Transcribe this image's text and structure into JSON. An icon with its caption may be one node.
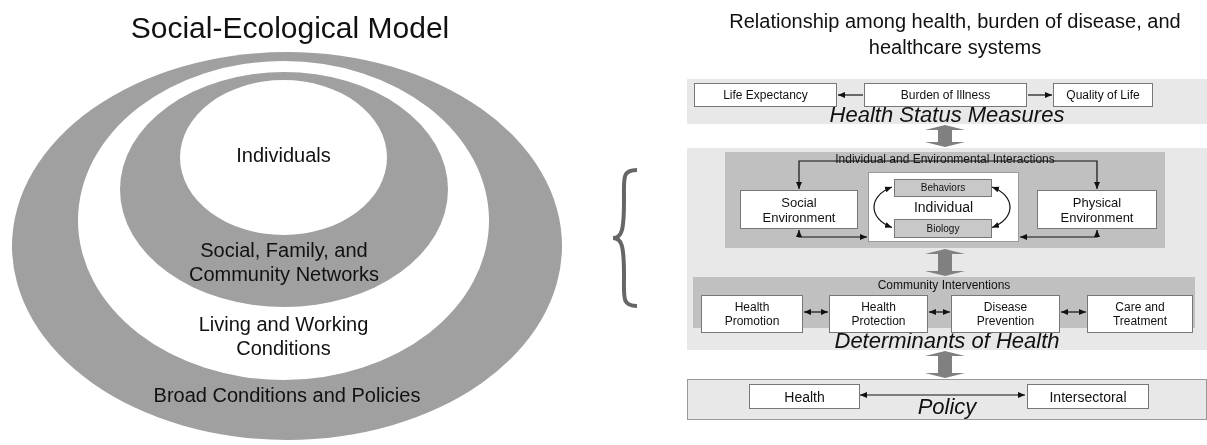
{
  "diagram": {
    "title": "Social-Ecological Model",
    "nodes": [
      {
        "text": [
          "Broad Conditions and Policies"
        ]
      },
      {
        "text": [
          "Living and Working Conditions"
        ],
        "in": 0
      },
      {
        "text": [
          "Social, Family, and Community Networks"
        ],
        "in": 1
      },
      {
        "text": [
          "Individuals"
        ],
        "in": 2
      },
      {
        "text": [
          "Health Status Measures"
        ]
      },
      {
        "text": [
          "Life Expectancy"
        ],
        "in": 4
      },
      {
        "text": [
          "Burden of Illness"
        ],
        "in": 4
      },
      {
        "text": [
          "Quality of Life"
        ],
        "in": 4
      },
      {
        "text": [
          "Determinants of Health"
        ]
      },
      {
        "text": [
          "Individual and Environmental Interactions"
        ],
        "in": 8
      },
      {
        "text": [
          "Social Environment"
        ],
        "in": 9
      },
      {
        "text": [
          "Individual"
        ],
        "in": 9
      },
      {
        "text": [
          "Behaviors"
        ],
        "in": 11
      },
      {
        "text": [
          "Biology"
        ],
        "in": 11
      },
      {
        "text": [
          "Physical Environment"
        ],
        "in": 9
      },
      {
        "text": [
          "Community Interventions"
        ],
        "in": 8
      },
      {
        "text": [
          "Health Promotion"
        ],
        "in": 15
      },
      {
        "text": [
          "Health Protection"
        ],
        "in": 15
      },
      {
        "text": [
          "Disease Prevention"
        ],
        "in": 15
      },
      {
        "text": [
          "Care and Treatment"
        ],
        "in": 15
      },
      {
        "text": [
          "Policy"
        ]
      },
      {
        "text": [
          "Health"
        ],
        "in": 20
      },
      {
        "text": [
          "Intersectoral"
        ],
        "in": 20
      }
    ],
    "edges": [
      {
        "from": 6,
        "to": 5,
        "arrow": "to"
      },
      {
        "from": 6,
        "to": 7,
        "arrow": "to"
      },
      {
        "from": 4,
        "to": 8,
        "arrow": "both",
        "style": "thick",
        "color": "#808080"
      },
      {
        "from": 9,
        "to": 15,
        "arrow": "both",
        "style": "thick",
        "color": "#808080"
      },
      {
        "from": 8,
        "to": 20,
        "arrow": "both",
        "style": "thick",
        "color": "#808080"
      },
      {
        "from": 10,
        "to": 14,
        "arrow": "both"
      },
      {
        "from": 10,
        "to": 11,
        "arrow": "both"
      },
      {
        "from": 14,
        "to": 11,
        "arrow": "both"
      },
      {
        "from": 12,
        "to": 13,
        "arrow": "both"
      },
      {
        "from": 12,
        "to": 13,
        "arrow": "both"
      },
      {
        "from": 16,
        "to": 17,
        "arrow": "both"
      },
      {
        "from": 17,
        "to": 18,
        "arrow": "both"
      },
      {
        "from": 18,
        "to": 19,
        "arrow": "both"
      },
      {
        "from": 21,
        "to": 22,
        "arrow": "both"
      }
    ],
    "labels": [
      "Relationship among health, burden of disease, and healthcare systems"
    ]
  }
}
